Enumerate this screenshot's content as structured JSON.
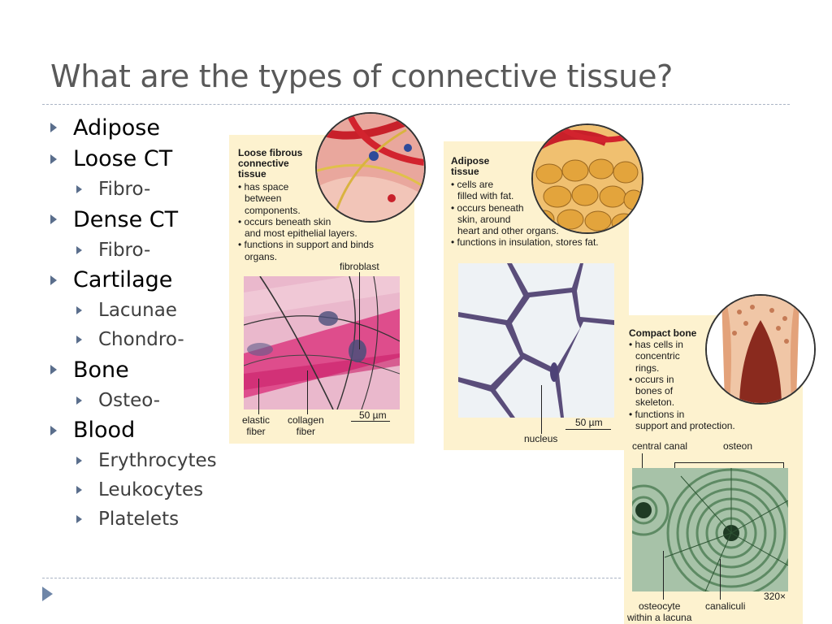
{
  "slide": {
    "title": "What are the types of connective tissue?"
  },
  "bullets": [
    {
      "label": "Adipose",
      "subs": []
    },
    {
      "label": "Loose CT",
      "subs": [
        "Fibro-"
      ]
    },
    {
      "label": "Dense CT",
      "subs": [
        "Fibro-"
      ]
    },
    {
      "label": "Cartilage",
      "subs": [
        "Lacunae",
        "Chondro-"
      ]
    },
    {
      "label": "Bone",
      "subs": [
        "Osteo-"
      ]
    },
    {
      "label": "Blood",
      "subs": [
        "Erythrocytes",
        "Leukocytes",
        "Platelets"
      ]
    }
  ],
  "figures": {
    "loose": {
      "title": [
        "Loose fibrous",
        "connective",
        "tissue"
      ],
      "lines": [
        "• has space",
        "between",
        "components.",
        "• occurs beneath skin",
        "and most epithelial layers.",
        "• functions in support and binds",
        "organs."
      ],
      "fibroblast": "fibroblast",
      "elastic_fiber": [
        "elastic",
        "fiber"
      ],
      "collagen_fiber": [
        "collagen",
        "fiber"
      ],
      "scale": "50 µm"
    },
    "adipose": {
      "title": [
        "Adipose",
        "tissue"
      ],
      "lines": [
        "• cells are",
        "filled with fat.",
        "• occurs beneath",
        "skin, around",
        "heart and other organs.",
        "• functions in insulation, stores fat."
      ],
      "nucleus": "nucleus",
      "scale": "50 µm"
    },
    "bone": {
      "title": "Compact bone",
      "lines": [
        "• has cells in",
        "concentric",
        "rings.",
        "• occurs in",
        "bones of",
        "skeleton.",
        "• functions in",
        "support and protection."
      ],
      "central_canal": "central canal",
      "osteon": "osteon",
      "magnification": "320×",
      "osteocyte": [
        "osteocyte",
        "within a lacuna"
      ],
      "canaliculi": "canaliculi"
    }
  },
  "colors": {
    "title": "#595959",
    "panel_bg": "#fdf2cf",
    "bullet_marker": "#5a6e8c"
  }
}
